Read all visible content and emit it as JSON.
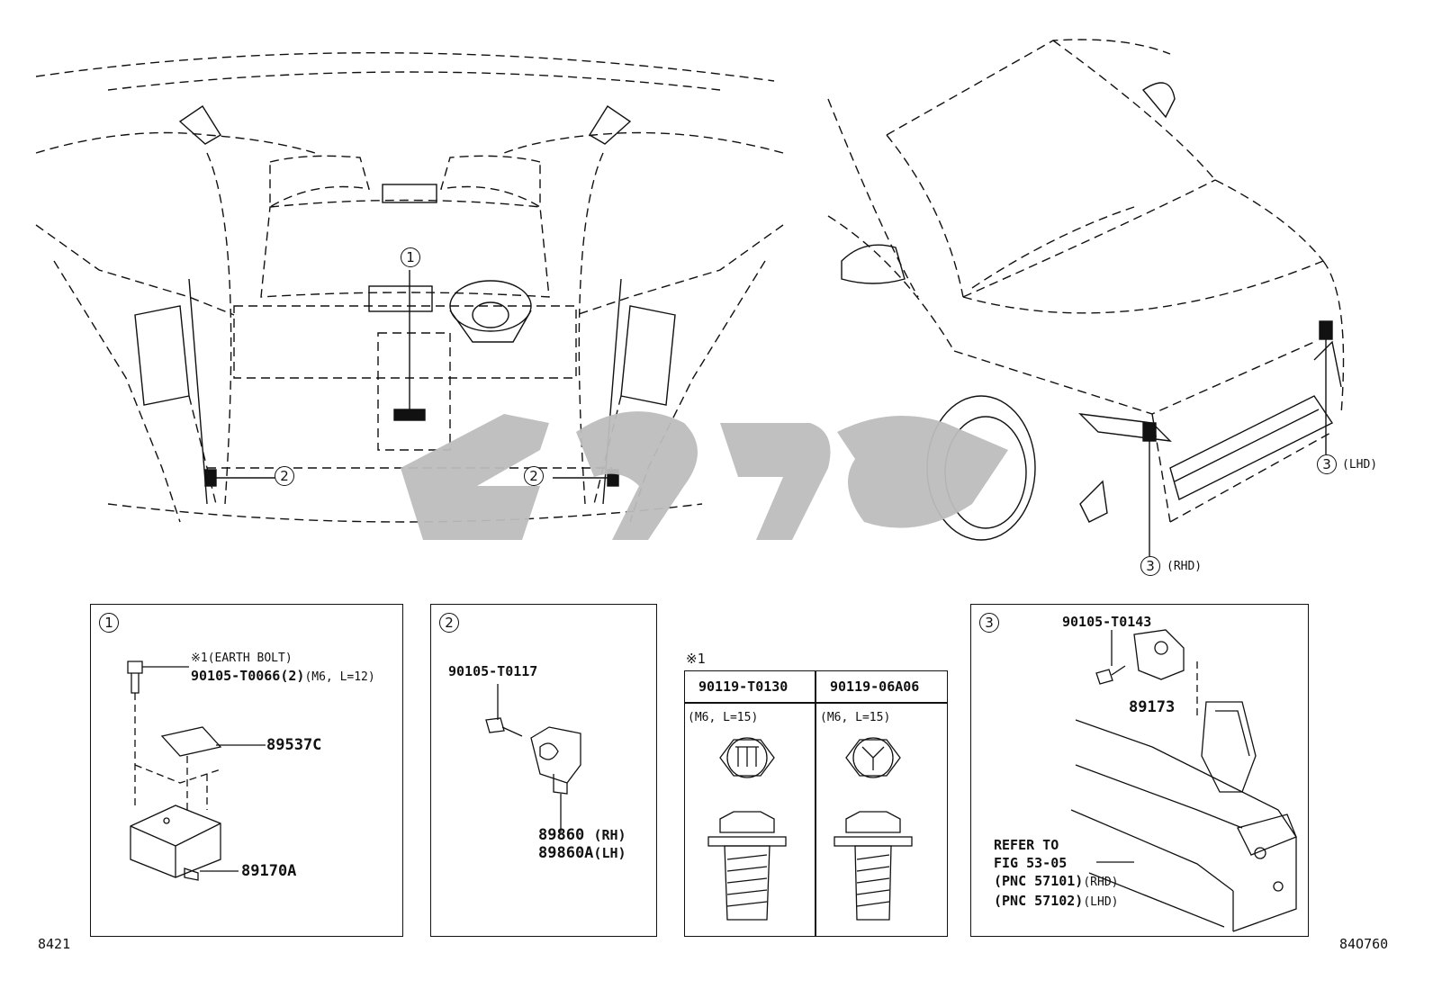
{
  "callouts": {
    "c1": "1",
    "c2": "2",
    "c3": "3"
  },
  "top_labels": {
    "lhd": "(LHD)",
    "rhd": "(RHD)"
  },
  "panel1": {
    "earth_bolt_note": "※1(EARTH BOLT)",
    "bolt_part": "90105-T0066(2)",
    "bolt_spec": "(M6, L=12)",
    "label_part": "89537C",
    "ecu_part": "89170A"
  },
  "panel2": {
    "bolt_part": "90105-T0117",
    "sensor_part_rh": "89860",
    "sensor_part_lh": "89860A",
    "rh": "(RH)",
    "lh": "(LH)"
  },
  "panel_note": {
    "mark": "※1",
    "col1_part": "90119-T0130",
    "col2_part": "90119-06A06",
    "col1_spec": "(M6, L=15)",
    "col2_spec": "(M6, L=15)"
  },
  "panel3": {
    "bolt_part": "90105-T0143",
    "sensor_part": "89173",
    "refer_line1": "REFER TO",
    "refer_line2": "FIG 53-05",
    "pnc1": "(PNC 57101)",
    "pnc1_suffix": "(RHD)",
    "pnc2": "(PNC 57102)",
    "pnc2_suffix": "(LHD)"
  },
  "footer": {
    "left_code": "8421",
    "right_code": "84O760"
  },
  "colors": {
    "line": "#111111",
    "watermark": "#bdbdbd"
  }
}
